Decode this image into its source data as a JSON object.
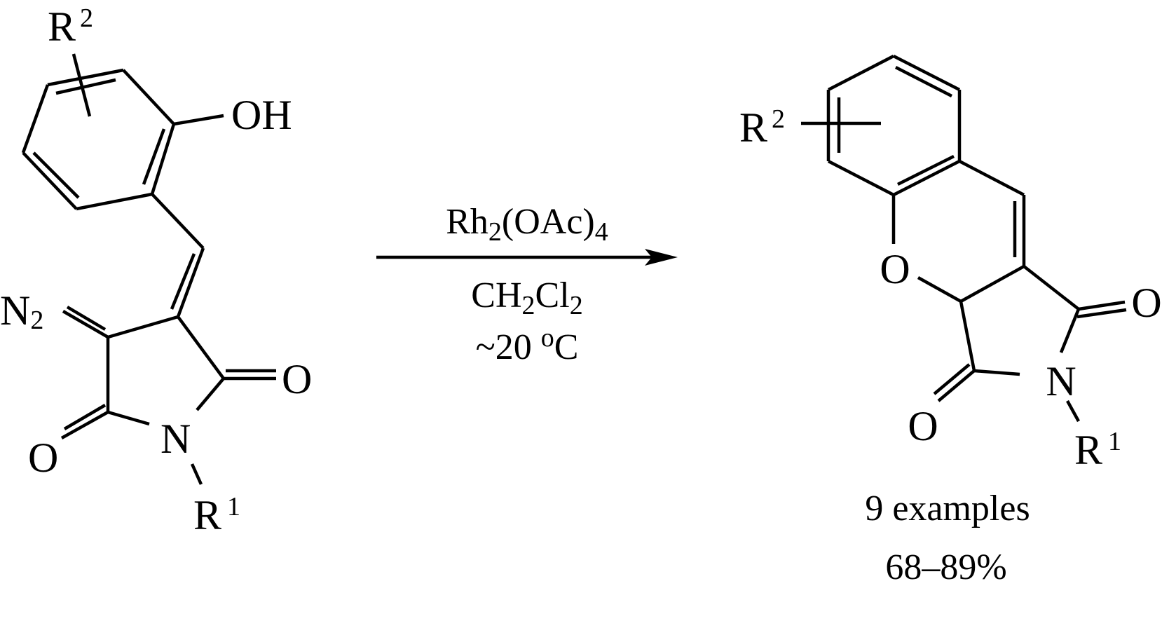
{
  "reactant": {
    "r2_label": "R",
    "r2_sup": "2",
    "oh_label": "OH",
    "n2_label": "N",
    "n2_sub": "2",
    "o_top_label": "O",
    "o_bottom_label": "O",
    "n_label": "N",
    "r1_label": "R",
    "r1_sup": "1"
  },
  "conditions": {
    "catalyst": {
      "a": "Rh",
      "b": "2",
      "c": "(OAc)",
      "d": "4"
    },
    "solvent": {
      "a": "CH",
      "b": "2",
      "c": "Cl",
      "d": "2"
    },
    "temperature": {
      "a": "~20 ",
      "b": "o",
      "c": "C"
    }
  },
  "product": {
    "r2_label": "R",
    "r2_sup": "2",
    "ring_o_label": "O",
    "o_right_label": "O",
    "o_bottom_label": "O",
    "n_label": "N",
    "r1_label": "R",
    "r1_sup": "1",
    "examples": "9 examples",
    "yield": "68–89%"
  }
}
